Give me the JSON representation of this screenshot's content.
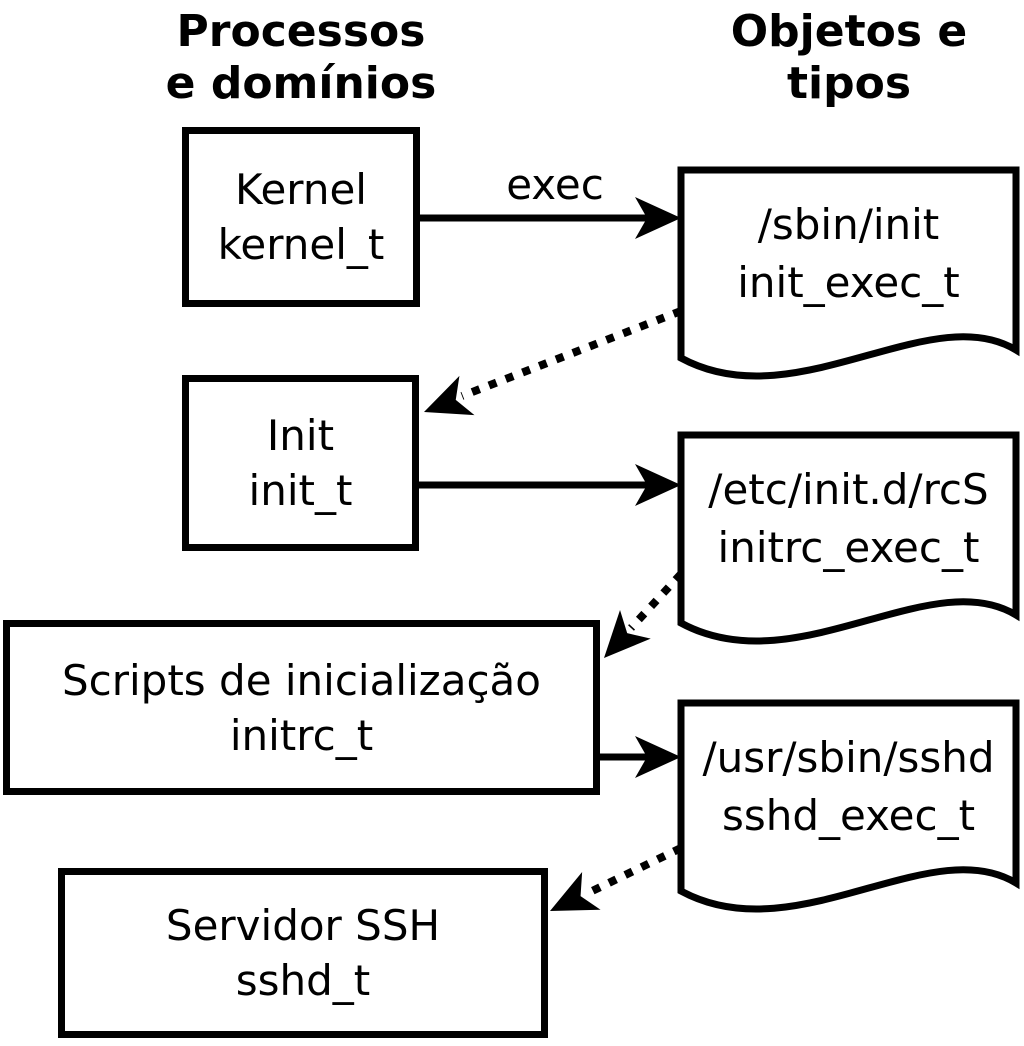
{
  "colors": {
    "foreground": "#000000",
    "background": "#ffffff"
  },
  "headers": {
    "left": {
      "line1": "Processos",
      "line2": "e domínios"
    },
    "right": {
      "line1": "Objetos e",
      "line2": "tipos"
    }
  },
  "labels": {
    "exec": "exec"
  },
  "processes": [
    {
      "name": "Kernel",
      "type": "kernel_t"
    },
    {
      "name": "Init",
      "type": "init_t"
    },
    {
      "name": "Scripts de inicialização",
      "type": "initrc_t"
    },
    {
      "name": "Servidor SSH",
      "type": "sshd_t"
    }
  ],
  "objects": [
    {
      "path": "/sbin/init",
      "type": "init_exec_t"
    },
    {
      "path": "/etc/init.d/rcS",
      "type": "initrc_exec_t"
    },
    {
      "path": "/usr/sbin/sshd",
      "type": "sshd_exec_t"
    }
  ]
}
